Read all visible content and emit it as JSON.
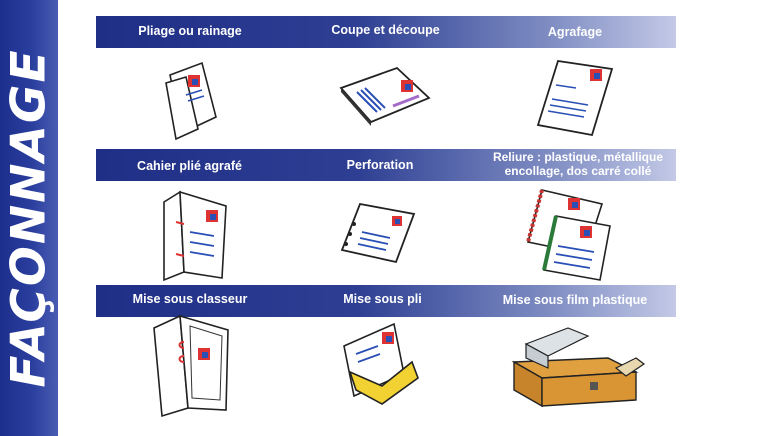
{
  "sidebar": {
    "title": "FAÇONNAGE"
  },
  "rows": [
    {
      "items": [
        {
          "label": "Pliage ou rainage"
        },
        {
          "label": "Coupe et découpe"
        },
        {
          "label": "Agrafage"
        }
      ]
    },
    {
      "items": [
        {
          "label": "Cahier plié agrafé"
        },
        {
          "label": "Perforation"
        },
        {
          "label": "Reliure : plastique, métallique encollage, dos carré collé"
        }
      ]
    },
    {
      "items": [
        {
          "label": "Mise sous classeur"
        },
        {
          "label": "Mise sous pli"
        },
        {
          "label": "Mise sous film plastique"
        }
      ]
    }
  ]
}
